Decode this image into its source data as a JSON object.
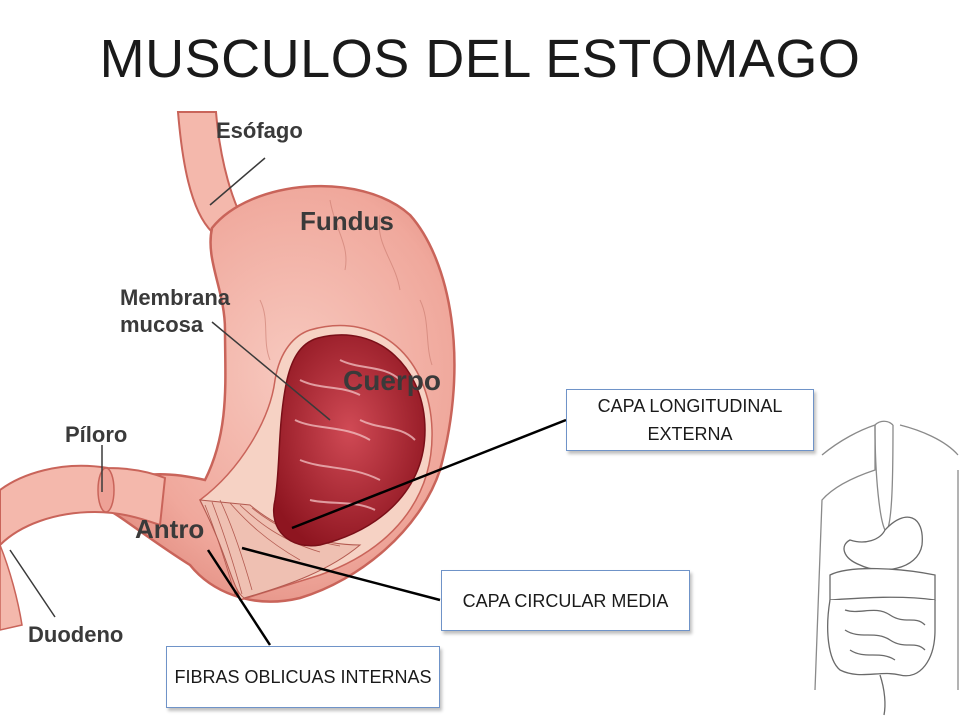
{
  "title": "MUSCULOS DEL ESTOMAGO",
  "anatomy_labels": {
    "esofago": "Esófago",
    "fundus": "Fundus",
    "membrana_line1": "Membrana",
    "membrana_line2": "mucosa",
    "cuerpo": "Cuerpo",
    "piloro": "Píloro",
    "antro": "Antro",
    "duodeno": "Duodeno"
  },
  "callouts": {
    "longitudinal": "CAPA LONGITUDINAL EXTERNA",
    "circular": "CAPA CIRCULAR MEDIA",
    "oblicuas": "FIBRAS OBLICUAS INTERNAS"
  },
  "colors": {
    "stomach_fill": "#f2b3a8",
    "stomach_outline": "#c9645a",
    "mucosa": "#a8202b",
    "callout_border": "#6f93c8"
  }
}
